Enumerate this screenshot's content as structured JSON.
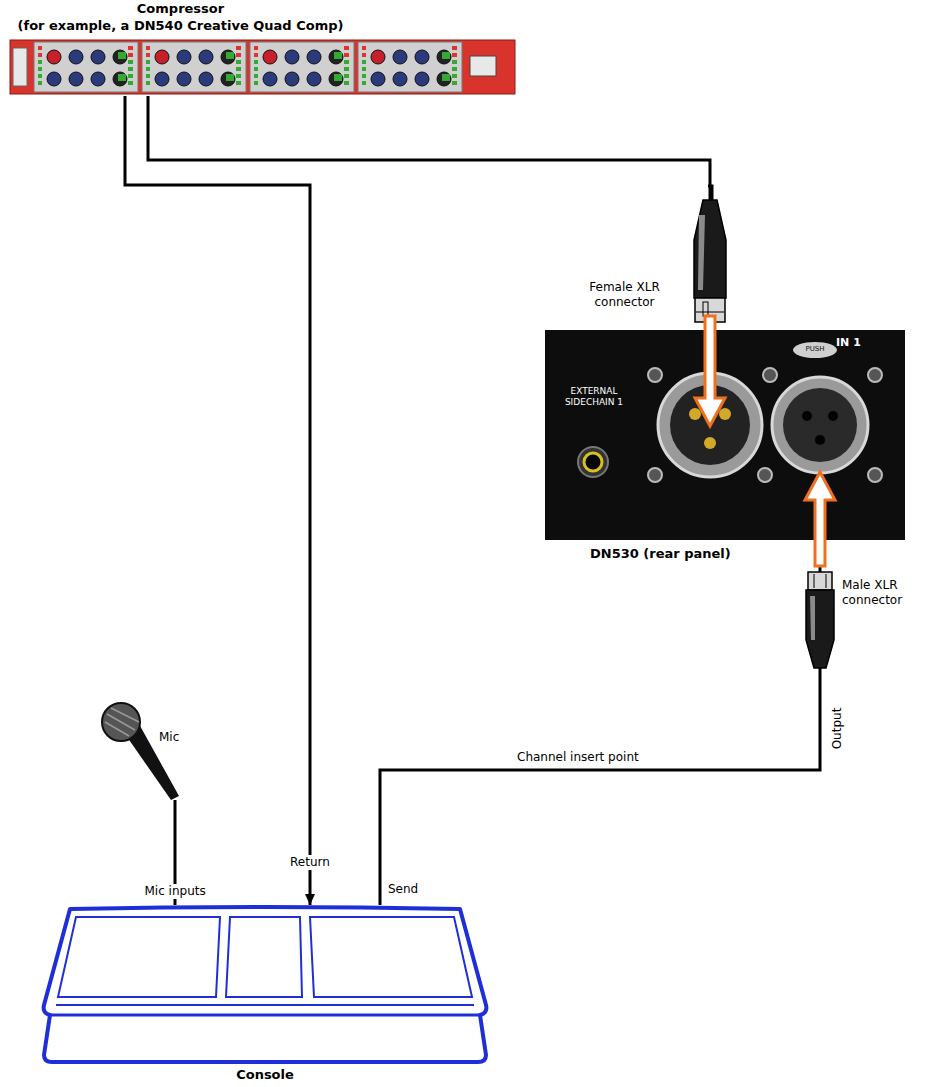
{
  "diagram": {
    "nodes": [
      {
        "text": [
          "Compressor",
          "(for example, a DN540 Creative Quad Comp)"
        ]
      },
      {
        "text": [
          "DN530 (rear panel)"
        ]
      },
      {
        "text": [
          "Mic"
        ]
      },
      {
        "text": [
          "Console"
        ]
      }
    ],
    "edges": [
      {
        "from": 0,
        "to": 3,
        "arrow": "to",
        "label": "Return"
      },
      {
        "from": 0,
        "to": 1,
        "arrow": "none"
      },
      {
        "from": 3,
        "to": 1,
        "arrow": "none",
        "label": "Channel insert point"
      },
      {
        "from": 2,
        "to": 3,
        "arrow": "none",
        "label": "Mic inputs"
      }
    ],
    "labels": [
      "Female XLR connector",
      "EXTERNAL SIDECHAIN 1",
      "PUSH",
      "IN 1",
      "Male XLR connector",
      "Output",
      "Send"
    ]
  }
}
